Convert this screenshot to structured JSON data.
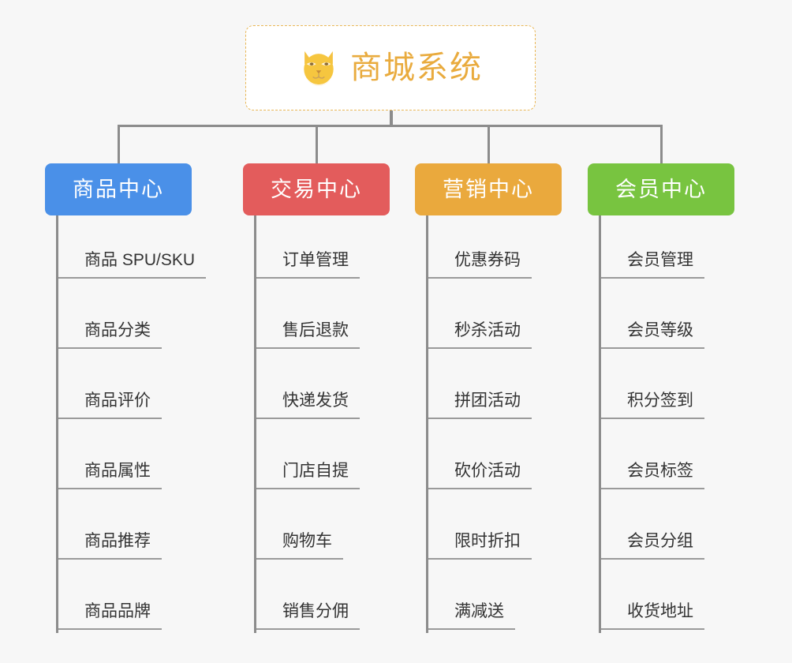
{
  "diagram": {
    "type": "mindmap",
    "background_color": "#f7f7f7",
    "root": {
      "title": "商城系统",
      "icon": "shiba-dog-face-icon",
      "text_color": "#e9ab3e",
      "border_color": "#e9b757",
      "fill_color": "#ffffff"
    },
    "connector_color": "#8c8c8c",
    "branches": [
      {
        "label": "商品中心",
        "color": "#4a90e8",
        "items": [
          "商品 SPU/SKU",
          "商品分类",
          "商品评价",
          "商品属性",
          "商品推荐",
          "商品品牌"
        ]
      },
      {
        "label": "交易中心",
        "color": "#e35c5c",
        "items": [
          "订单管理",
          "售后退款",
          "快递发货",
          "门店自提",
          "购物车",
          "销售分佣"
        ]
      },
      {
        "label": "营销中心",
        "color": "#eaa93d",
        "items": [
          "优惠券码",
          "秒杀活动",
          "拼团活动",
          "砍价活动",
          "限时折扣",
          "满减送"
        ]
      },
      {
        "label": "会员中心",
        "color": "#78c440",
        "items": [
          "会员管理",
          "会员等级",
          "积分签到",
          "会员标签",
          "会员分组",
          "收货地址"
        ]
      }
    ]
  }
}
